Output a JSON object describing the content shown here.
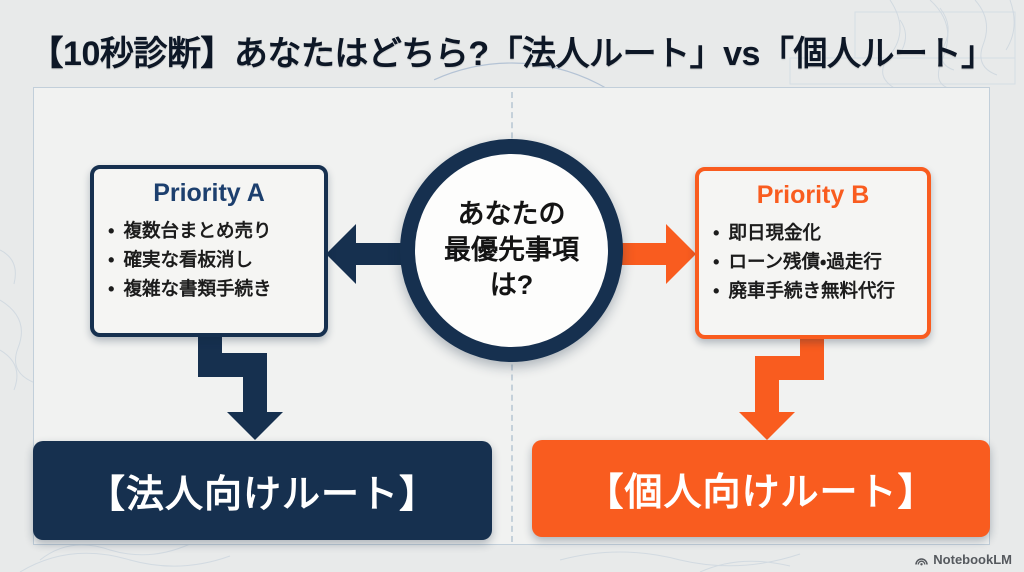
{
  "title": "【10秒診断】あなたはどちら?「法人ルート」vs「個人ルート」",
  "center": {
    "question_line1": "あなたの",
    "question_line2": "最優先事項",
    "question_line3": "は?"
  },
  "priority_a": {
    "title": "Priority A",
    "items": [
      "複数台まとめ売り",
      "確実な看板消し",
      "複雑な書類手続き"
    ]
  },
  "priority_b": {
    "title": "Priority B",
    "items": [
      "即日現金化",
      "ローン残債・過走行",
      "廃車手続き無料代行"
    ]
  },
  "routes": {
    "corporate": "【法人向けルート】",
    "individual": "【個人向けルート】"
  },
  "footer": {
    "brand": "NotebookLM"
  },
  "colors": {
    "navy": "#16304f",
    "orange": "#f95c1f",
    "background": "#e8eaea",
    "panel": "#f1f2f1",
    "decor_blue": "#7e9cbd"
  }
}
